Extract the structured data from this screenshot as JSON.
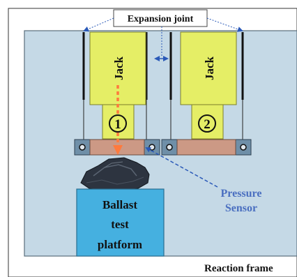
{
  "labels": {
    "expansion_joint": "Expansion joint",
    "jack": "Jack",
    "jack_1_number": "1",
    "jack_2_number": "2",
    "pressure_sensor_line1": "Pressure",
    "pressure_sensor_line2": "Sensor",
    "platform_line1": "Ballast",
    "platform_line2": "test",
    "platform_line3": "platform",
    "reaction_frame": "Reaction frame"
  },
  "colors": {
    "frame_fill": "#c5d9e6",
    "frame_stroke": "#5a6e7c",
    "jack_fill": "#e5ee66",
    "jack_stroke": "#7a7f2a",
    "sensor_plate": "#cc9985",
    "steel_plate": "#6f8fa8",
    "platform_fill": "#45b0e0",
    "platform_stroke": "#2a6f90",
    "arrow_blue": "#2a59b8",
    "arrow_orange": "#ff7a3d",
    "pressure_text": "#4a6fc0",
    "rod": "#111111",
    "ballast": "#2d3440"
  }
}
